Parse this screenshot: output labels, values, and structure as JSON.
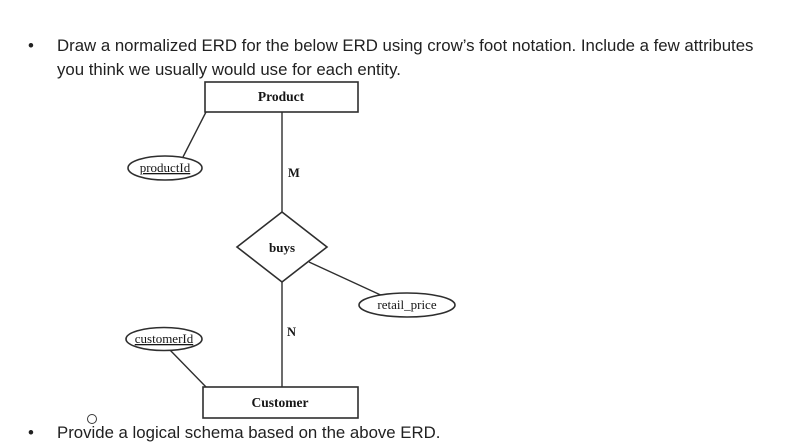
{
  "list": {
    "bullet_glyph": "•",
    "item1_line1": "Draw a normalized ERD for the below ERD using crow’s foot notation. Include a few attributes",
    "item1_line2": "you think we usually would use for each entity.",
    "item2": "Provide a logical schema based on the above ERD."
  },
  "erd": {
    "entities": {
      "product": "Product",
      "customer": "Customer"
    },
    "relationship": {
      "name": "buys",
      "cardinality_product_side": "M",
      "cardinality_customer_side": "N"
    },
    "attributes": {
      "product_key": "productId",
      "relationship_attribute": "retail_price",
      "customer_key": "customerId"
    }
  },
  "colors": {
    "diagram_line": "#2e2e2e",
    "text": "#212121",
    "background": "#ffffff"
  }
}
